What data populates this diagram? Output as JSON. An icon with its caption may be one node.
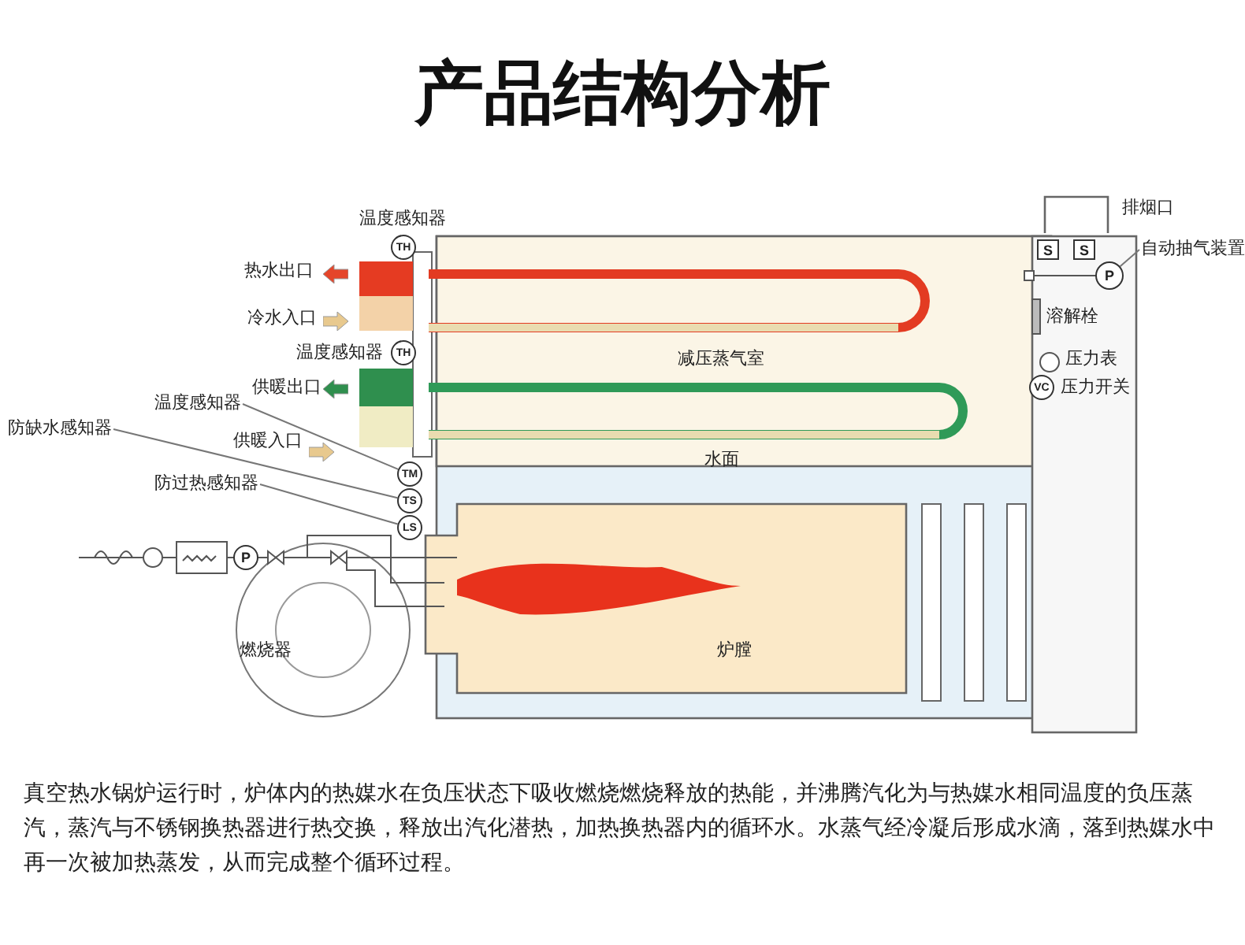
{
  "diagram": {
    "title": "产品结构分析",
    "caption": "真空热水锅炉运行时，炉体内的热媒水在负压状态下吸收燃烧燃烧释放的热能，并沸腾汽化为与热媒水相同温度的负压蒸汽，蒸汽与不锈钢换热器进行热交换，释放出汽化潜热，加热换热器内的循环水。水蒸气经冷凝后形成水滴，落到热媒水中再一次被加热蒸发，从而完成整个循环过程。",
    "nodes": [
      {
        "text": [
          "TH"
        ],
        "beside": [
          "温度感知器"
        ]
      },
      {
        "text": [
          "TH"
        ],
        "beside": [
          "温度感知器"
        ]
      },
      {
        "text": [
          "温度感知器"
        ]
      },
      {
        "text": [
          "TM"
        ]
      },
      {
        "text": [
          "防缺水感知器"
        ]
      },
      {
        "text": [
          "TS"
        ]
      },
      {
        "text": [
          "防过热感知器"
        ]
      },
      {
        "text": [
          "LS"
        ]
      },
      {
        "text": [
          "S"
        ]
      },
      {
        "text": [
          "S"
        ]
      },
      {
        "text": [
          "P"
        ]
      },
      {
        "text": [
          "自动抽气装置"
        ]
      },
      {
        "text": [
          "VC"
        ],
        "beside": [
          "压力开关"
        ]
      },
      {
        "text": [
          "P"
        ]
      }
    ],
    "edges": [
      {
        "from": 2,
        "to": 3,
        "arrow": "none"
      },
      {
        "from": 4,
        "to": 5,
        "arrow": "none"
      },
      {
        "from": 6,
        "to": 7,
        "arrow": "none"
      },
      {
        "from": 11,
        "to": 10,
        "arrow": "none"
      }
    ],
    "labels": [
      "热水出口",
      "冷水入口",
      "供暖出口",
      "供暖入口",
      "排烟口",
      "溶解栓",
      "压力表",
      "减压蒸气室",
      "水面",
      "燃烧器",
      "炉膛"
    ]
  }
}
